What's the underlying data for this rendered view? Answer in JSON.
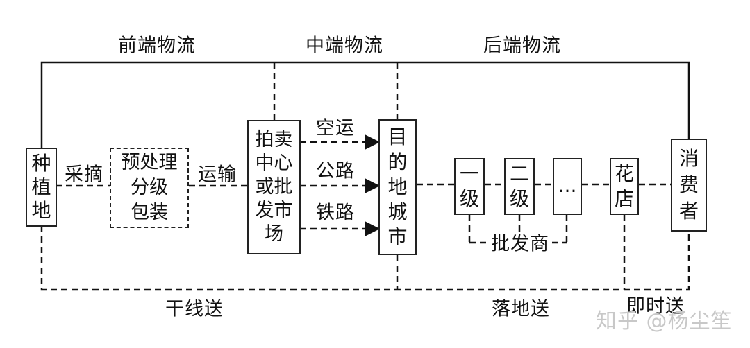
{
  "sections": {
    "front": "前端物流",
    "middle": "中端物流",
    "back": "后端物流"
  },
  "nodes": {
    "planting_area": "种植地",
    "preprocess": "预处理\n分级\n包装",
    "auction_center": "拍卖\n中心\n或批\n发市\n场",
    "destination_city": "目的地城市",
    "level_one": "一级",
    "level_two": "二级",
    "ellipsis": "…",
    "flower_shop": "花店",
    "consumer": "消费者"
  },
  "edge_labels": {
    "picking": "采摘",
    "transport": "运输",
    "air": "空运",
    "road": "公路",
    "rail": "铁路",
    "wholesaler": "批发商"
  },
  "bottom_labels": {
    "trunk": "干线送",
    "landing": "落地送",
    "instant": "即时送"
  },
  "watermark": "知乎 @杨尘笙"
}
